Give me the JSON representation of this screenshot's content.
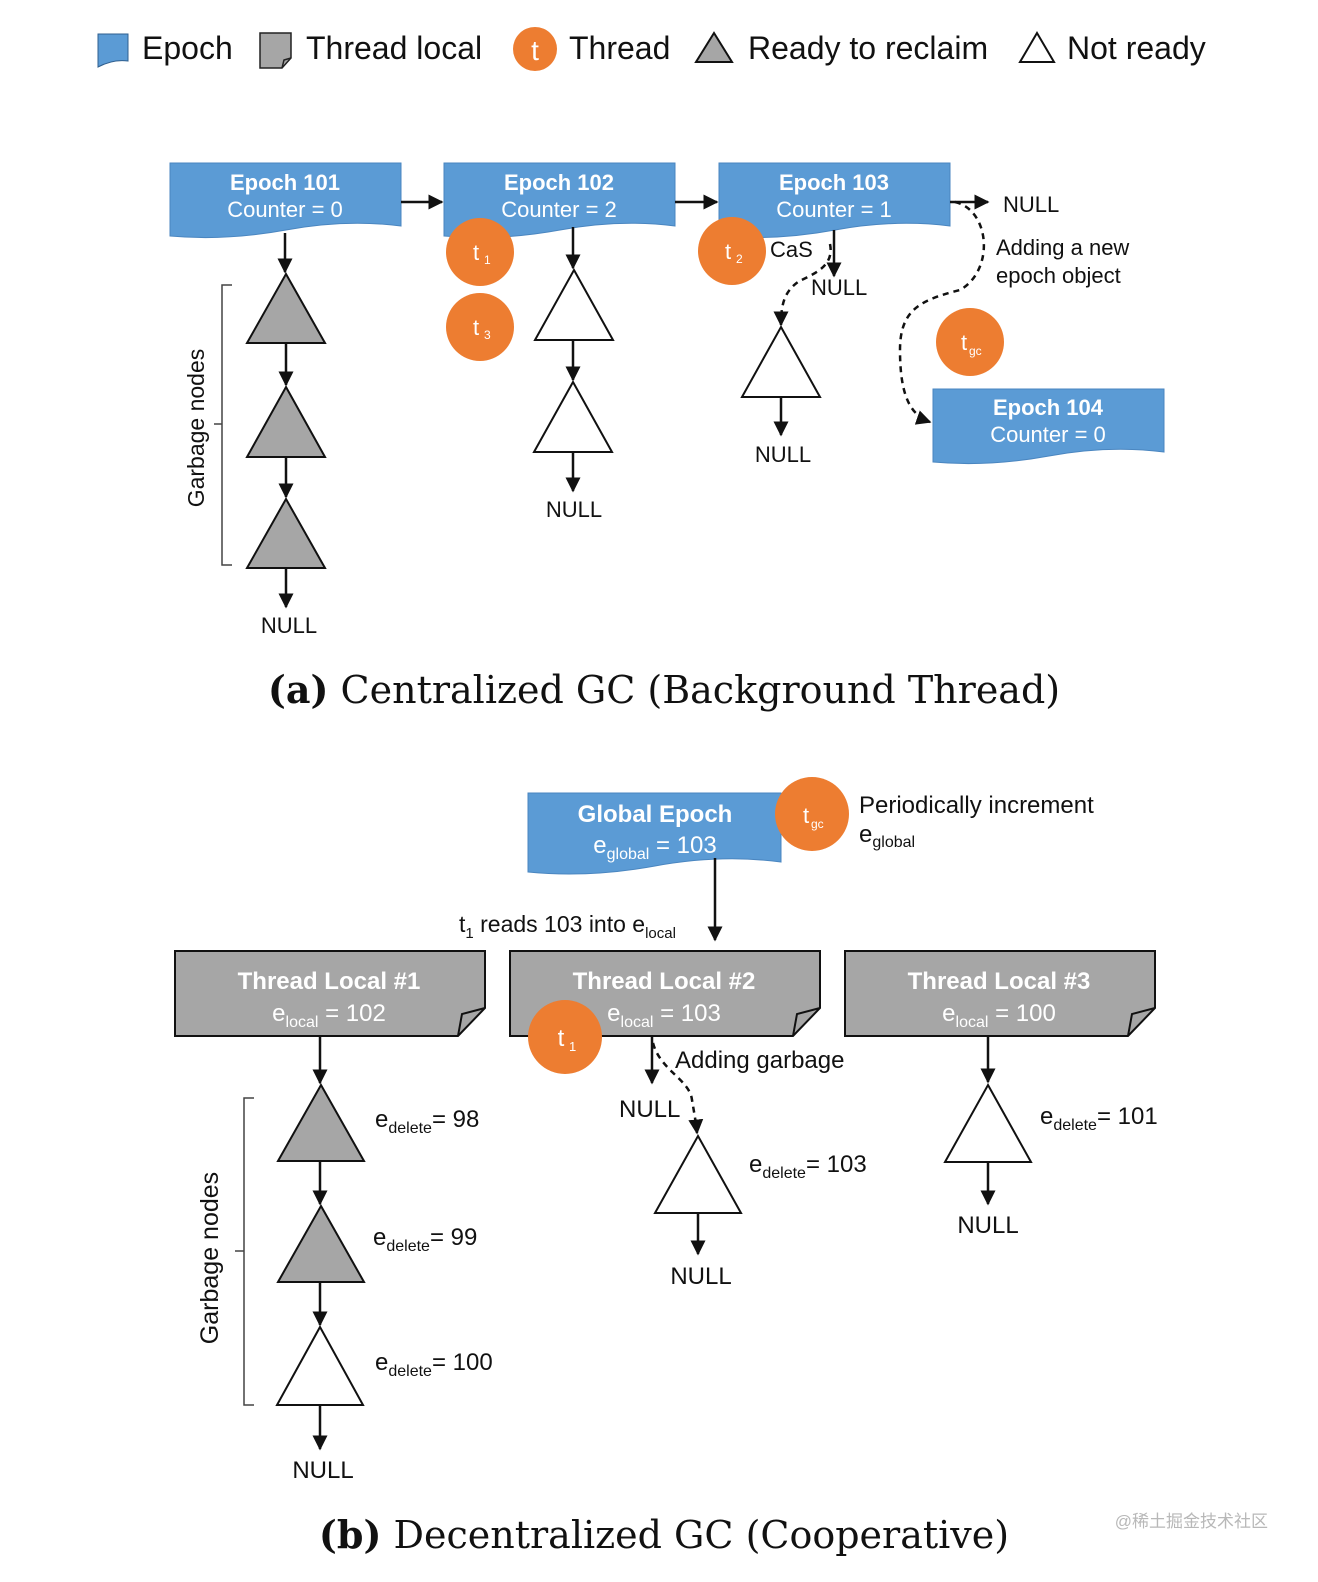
{
  "legend": {
    "epoch": "Epoch",
    "thread_local": "Thread local",
    "thread_icon_letter": "t",
    "thread": "Thread",
    "ready": "Ready to reclaim",
    "not_ready": "Not ready"
  },
  "colors": {
    "epoch_blue": "#5b9bd5",
    "thread_local_gray": "#a6a6a6",
    "thread_orange": "#ed7d31",
    "garbage_gray": "#a6a6a6"
  },
  "panel_a": {
    "epochs": [
      {
        "title": "Epoch 101",
        "counter": "Counter = 0"
      },
      {
        "title": "Epoch 102",
        "counter": "Counter = 2"
      },
      {
        "title": "Epoch 103",
        "counter": "Counter = 1"
      },
      {
        "title": "Epoch 104",
        "counter": "Counter = 0"
      }
    ],
    "null": "NULL",
    "cas": "CaS",
    "adding_line1": "Adding a new",
    "adding_line2": "epoch object",
    "threads": {
      "t": "t",
      "s1": "1",
      "s2": "2",
      "s3": "3",
      "sgc": "gc"
    },
    "garbage_nodes": "Garbage nodes",
    "caption_bold": "(a)",
    "caption_text": "Centralized GC (Background Thread)"
  },
  "panel_b": {
    "global_epoch": {
      "title": "Global Epoch",
      "e": "e",
      "sub": "global",
      "value": "= 103"
    },
    "periodically_line1": "Periodically increment",
    "periodically_e": "e",
    "periodically_sub": "global",
    "reads_t": "t",
    "reads_sub1": "1",
    "reads_text": "reads 103 into e",
    "reads_sub2": "local",
    "thread_locals": [
      {
        "title": "Thread Local #1",
        "e": "e",
        "sub": "local",
        "value": "= 102"
      },
      {
        "title": "Thread Local #2",
        "e": "e",
        "sub": "local",
        "value": "= 103"
      },
      {
        "title": "Thread Local #3",
        "e": "e",
        "sub": "local",
        "value": "= 100"
      }
    ],
    "adding_garbage": "Adding garbage",
    "null": "NULL",
    "garbage_nodes": "Garbage nodes",
    "edelete": [
      {
        "e": "e",
        "sub": "delete",
        "value": "= 98"
      },
      {
        "e": "e",
        "sub": "delete",
        "value": "= 99"
      },
      {
        "e": "e",
        "sub": "delete",
        "value": "= 100"
      },
      {
        "e": "e",
        "sub": "delete",
        "value": "= 103"
      },
      {
        "e": "e",
        "sub": "delete",
        "value": "= 101"
      }
    ],
    "threads": {
      "t": "t",
      "s1": "1",
      "sgc": "gc"
    },
    "caption_bold": "(b)",
    "caption_text": "Decentralized GC (Cooperative)"
  },
  "watermark": "@稀土掘金技术社区"
}
